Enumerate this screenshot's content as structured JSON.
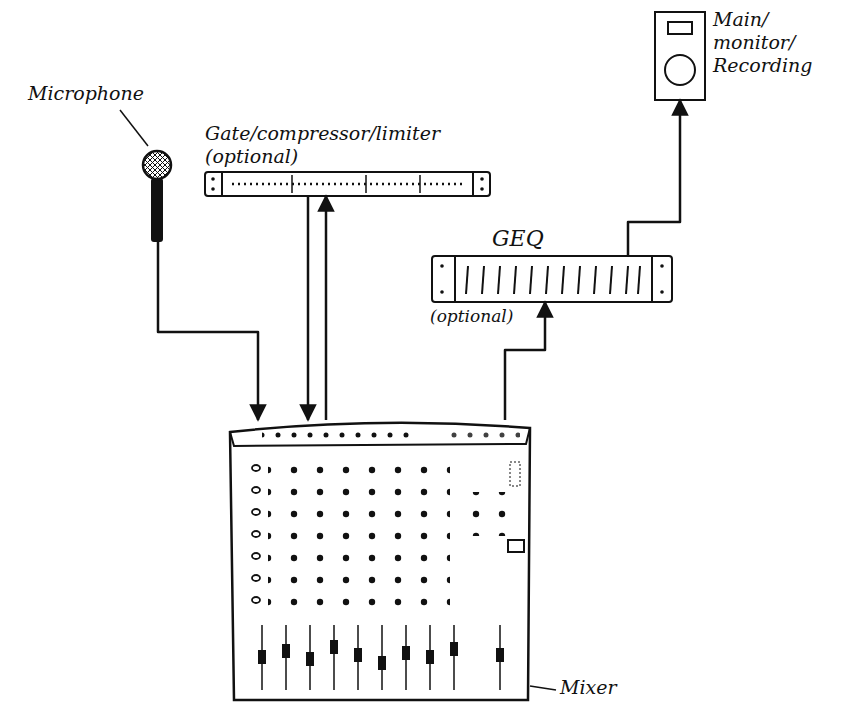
{
  "diagram": {
    "nodes": [
      {
        "text": [
          "Microphone"
        ]
      },
      {
        "text": [
          "Gate/compressor/limiter (optional)"
        ]
      },
      {
        "text": [
          "GEQ",
          "(optional)"
        ]
      },
      {
        "text": [
          "Main/ monitor/ Recording"
        ]
      },
      {
        "text": [
          "Mixer"
        ]
      }
    ],
    "edges": [
      {
        "from": 0,
        "to": 4,
        "arrow": "to"
      },
      {
        "from": 4,
        "to": 1,
        "arrow": "to"
      },
      {
        "from": 1,
        "to": 4,
        "arrow": "to"
      },
      {
        "from": 4,
        "to": 2,
        "arrow": "to"
      },
      {
        "from": 2,
        "to": 3,
        "arrow": "to"
      }
    ]
  }
}
